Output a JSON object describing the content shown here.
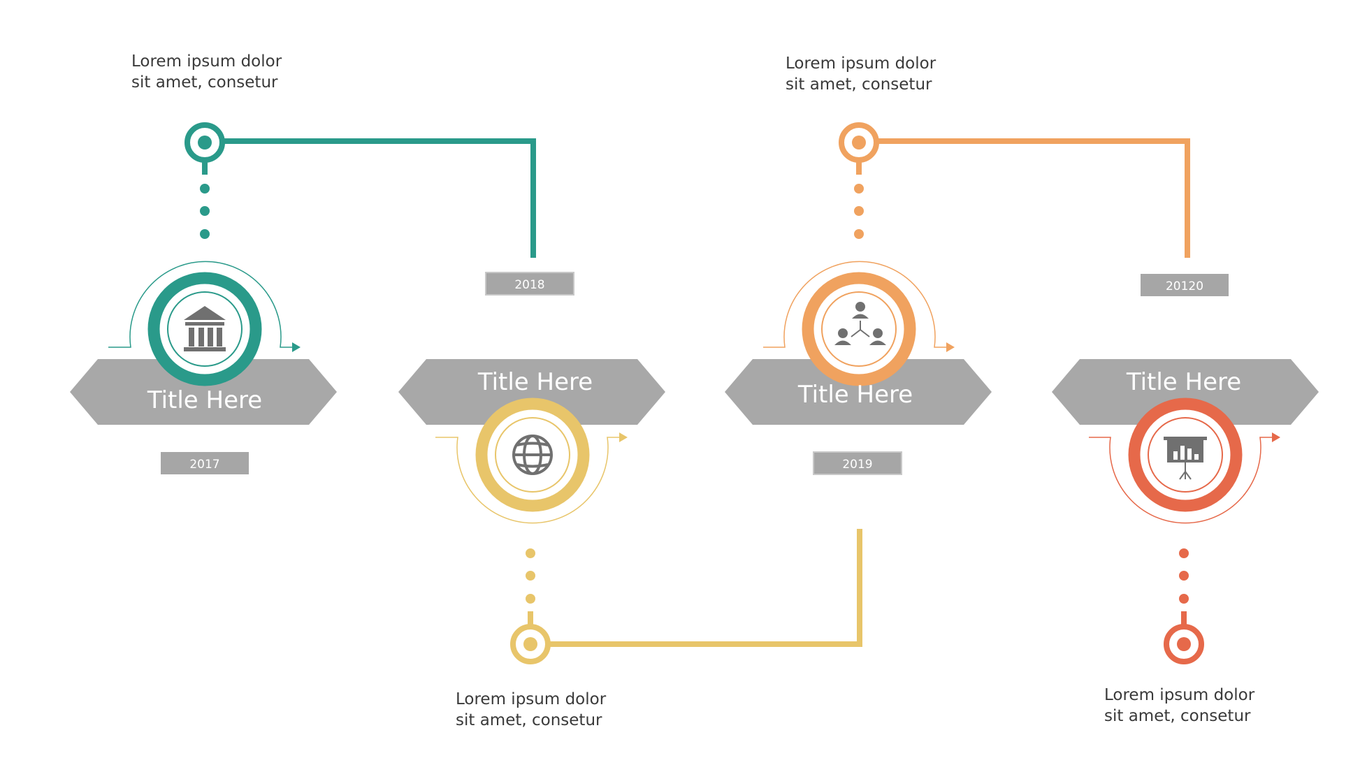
{
  "steps": [
    {
      "title": "Title Here",
      "year": "2017",
      "text_line1": "Lorem ipsum dolor",
      "text_line2": "sit amet, consetur",
      "icon": "bank-icon",
      "color": "#2a9a8a"
    },
    {
      "title": "Title Here",
      "year": "2018",
      "text_line1": "Lorem ipsum dolor",
      "text_line2": "sit amet, consetur",
      "icon": "globe-icon",
      "color": "#e8c56a"
    },
    {
      "title": "Title Here",
      "year": "2019",
      "text_line1": "Lorem ipsum dolor",
      "text_line2": "sit amet, consetur",
      "icon": "network-people-icon",
      "color": "#f0a25f"
    },
    {
      "title": "Title Here",
      "year": "20120",
      "text_line1": "Lorem ipsum dolor",
      "text_line2": "sit amet, consetur",
      "icon": "presentation-board-icon",
      "color": "#e6694a"
    }
  ],
  "colors": {
    "banner": "#a8a8a8",
    "year_box": "#a6a6a6",
    "icon_gray": "#707070",
    "text": "#3a3a3a"
  }
}
